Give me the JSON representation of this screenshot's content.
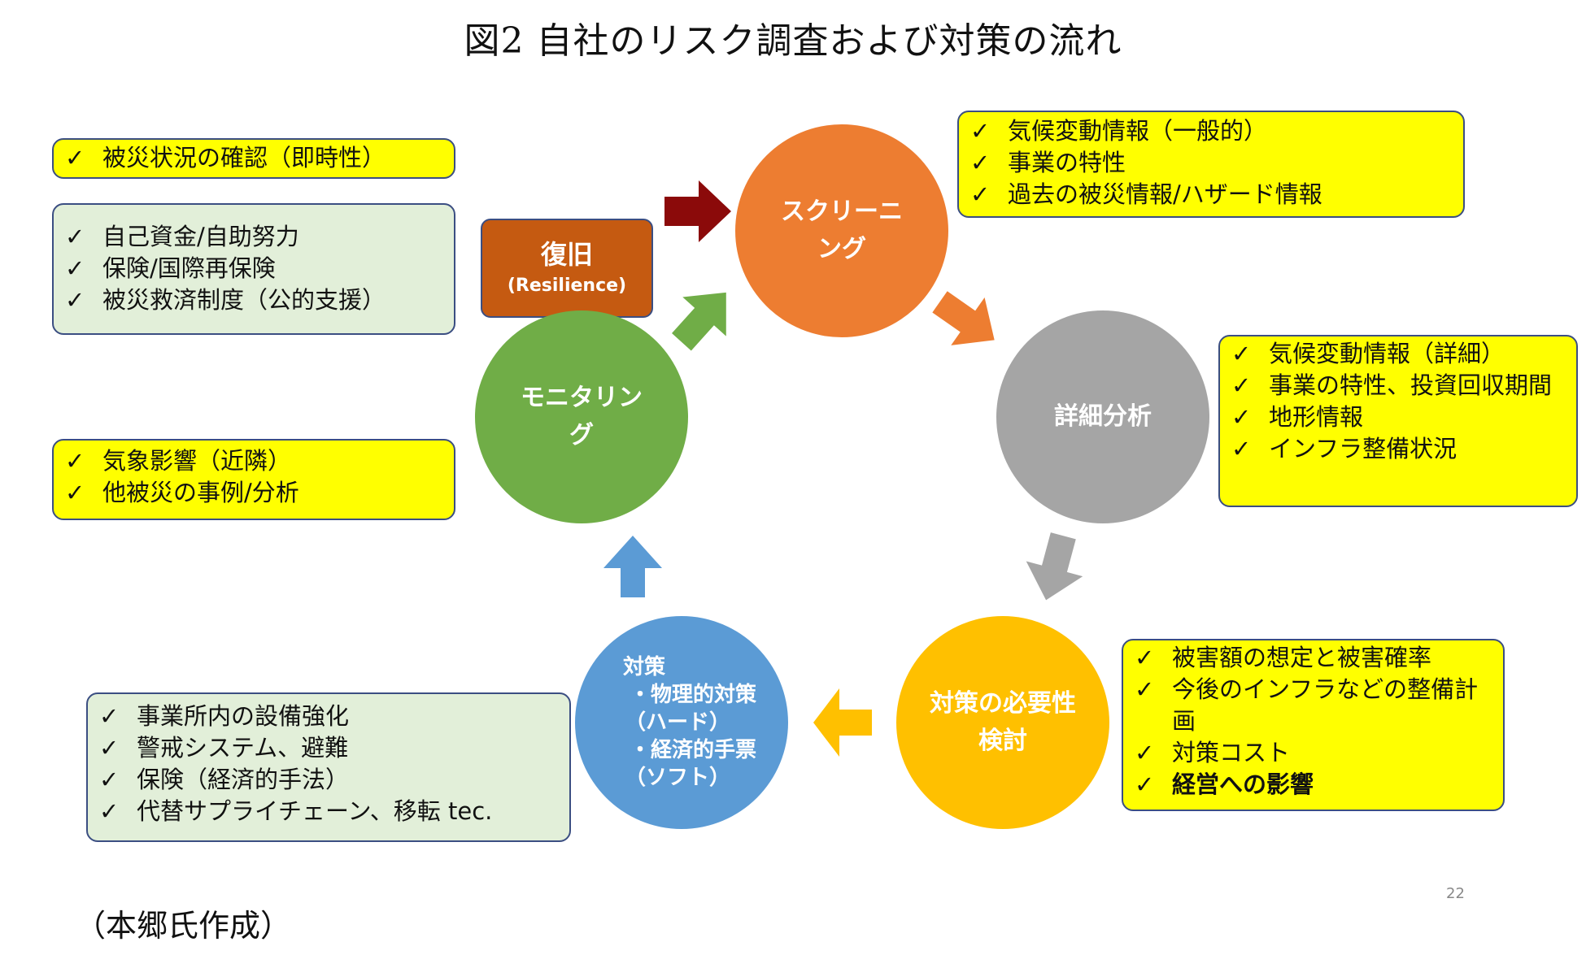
{
  "title": "図2 自社のリスク調査および対策の流れ",
  "credit": "（本郷氏作成）",
  "page_number": "22",
  "check_mark": "✓",
  "colors": {
    "screening": "#ed7d31",
    "detailed": "#a5a5a5",
    "necessity": "#ffc000",
    "measures": "#5b9bd5",
    "monitoring": "#70ad47",
    "recovery": "#c55a11",
    "recovery_arrow": "#8b0a0a",
    "note_yellow": "#ffff00",
    "note_green": "#e2efd9",
    "border": "#3b4e82"
  },
  "recovery": {
    "label": "復旧",
    "sub": "(Resilience)"
  },
  "cycle": {
    "screening": {
      "line1": "スクリーニ",
      "line2": "ング"
    },
    "detailed": {
      "line1": "詳細分析"
    },
    "necessity": {
      "line1": "対策の必要性",
      "line2": "検討"
    },
    "measures": {
      "line1": "対策",
      "line2": "・物理的対策",
      "line3": "（ハード）",
      "line4": "・経済的手票",
      "line5": "（ソフト）"
    },
    "monitoring": {
      "line1": "モニタリン",
      "line2": "グ"
    }
  },
  "notes": {
    "recovery_check": {
      "items": [
        "被災状況の確認（即時性）"
      ]
    },
    "finance": {
      "items": [
        "自己資金/自助努力",
        "保険/国際再保険",
        "被災救済制度（公的支援）"
      ]
    },
    "screening": {
      "items": [
        "気候変動情報（一般的）",
        "事業の特性",
        "過去の被災情報/ハザード情報"
      ]
    },
    "detailed": {
      "items": [
        "気候変動情報（詳細）",
        "事業の特性、投資回収期間",
        "地形情報",
        "インフラ整備状況"
      ]
    },
    "monitoring": {
      "items": [
        "気象影響（近隣）",
        "他被災の事例/分析"
      ]
    },
    "measures": {
      "items": [
        "事業所内の設備強化",
        "警戒システム、避難",
        "保険（経済的手法）",
        "代替サプライチェーン、移転 tec."
      ]
    },
    "necessity": {
      "items": [
        "被害額の想定と被害確率",
        "今後のインフラなどの整備計画",
        "対策コスト",
        "経営への影響"
      ]
    }
  }
}
